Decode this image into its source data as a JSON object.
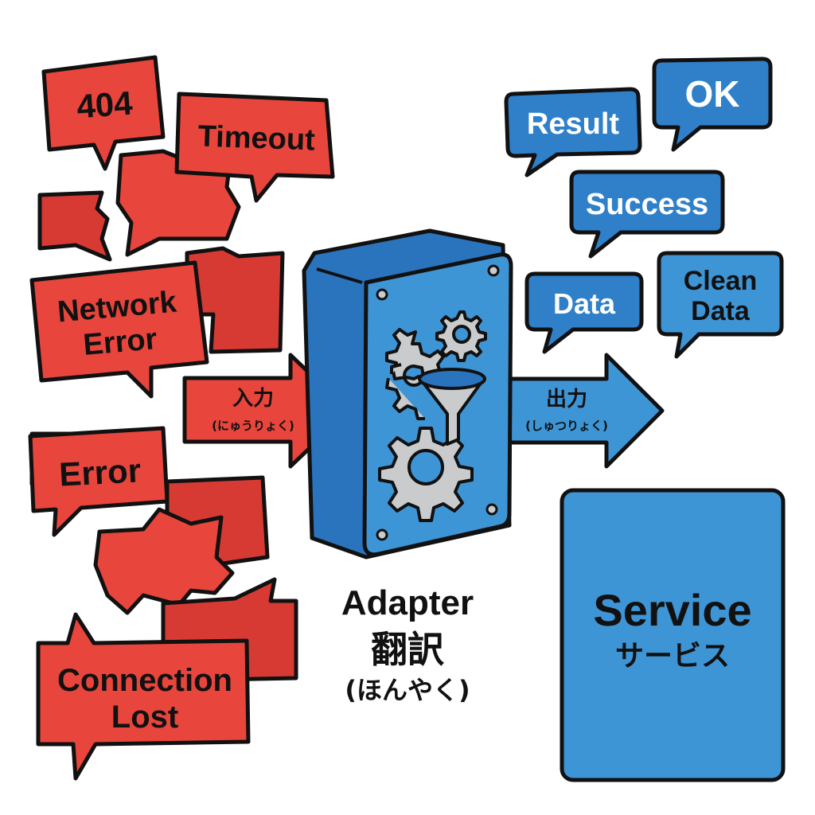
{
  "error_bubbles": [
    {
      "label": "404"
    },
    {
      "label": "Timeout"
    },
    {
      "label": "Network Error",
      "lines": [
        "Network",
        "Error"
      ]
    },
    {
      "label": "Error"
    },
    {
      "label": "Connection Lost",
      "lines": [
        "Connection",
        "Lost"
      ]
    }
  ],
  "success_bubbles": [
    {
      "label": "Result"
    },
    {
      "label": "OK"
    },
    {
      "label": "Success"
    },
    {
      "label": "Data"
    },
    {
      "label": "Clean Data",
      "lines": [
        "Clean",
        "Data"
      ]
    }
  ],
  "input_arrow": {
    "label": "入力",
    "reading": "(にゅうりょく)"
  },
  "output_arrow": {
    "label": "出力",
    "reading": "(しゅつりょく)"
  },
  "adapter": {
    "title": "Adapter",
    "jp": "翻訳",
    "reading": "(ほんやく)",
    "icons": [
      "gear-icon",
      "funnel-icon"
    ]
  },
  "service": {
    "title": "Service",
    "jp": "サービス"
  },
  "colors": {
    "error_red": "#e8453c",
    "adapter_blue": "#2f80c9",
    "service_blue": "#3e95d6"
  }
}
